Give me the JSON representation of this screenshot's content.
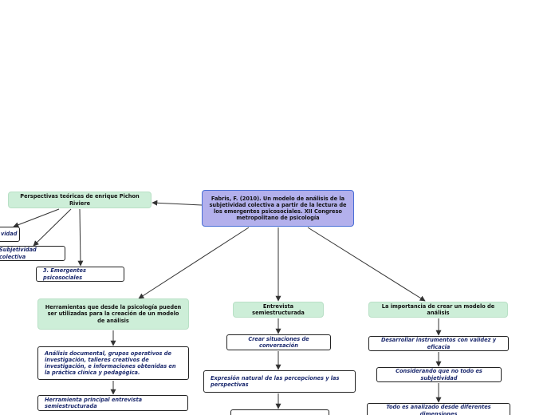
{
  "diagram": {
    "root": "Fabris, F. (2010). Un modelo de análisis de la subjetividad colectiva a partir de la lectura de los emergentes psicosociales. XII Congreso metropolitano de psicología",
    "perspectivas": {
      "title": "Perspectivas teóricas de enrique Pichon Riviere",
      "children": [
        "vidad",
        "Subjetividad colectiva",
        "3. Emergentes psicosociales"
      ]
    },
    "herramientas": {
      "title": "Herramientas que desde la psicología pueden ser utilizadas para la creación de un modelo de análisis",
      "children": [
        "Análisis documental, grupos operativos de investigación, talleres creativos de investigación, e informaciones obtenidas en la práctica clínica y pedagógica.",
        "Herramienta principal entrevista semiestructurada"
      ]
    },
    "entrevista": {
      "title": "Entrevista semiestructurada",
      "children": [
        "Crear situaciones de conversación",
        "Expresión natural de las percepciones y las perspectivas"
      ]
    },
    "importancia": {
      "title": "La importancia de crear un modelo de análisis",
      "children": [
        "Desarrollar instrumentos con validez y eficacia",
        "Considerando que no todo es subjetividad",
        "Todo es analizado desde diferentes dimensiones"
      ]
    }
  },
  "colors": {
    "root_fill": "#b3b0ec",
    "root_border": "#4a6fd6",
    "branch_fill": "#cdeed8",
    "leaf_text": "#1c2a6e",
    "edge": "#333333"
  }
}
